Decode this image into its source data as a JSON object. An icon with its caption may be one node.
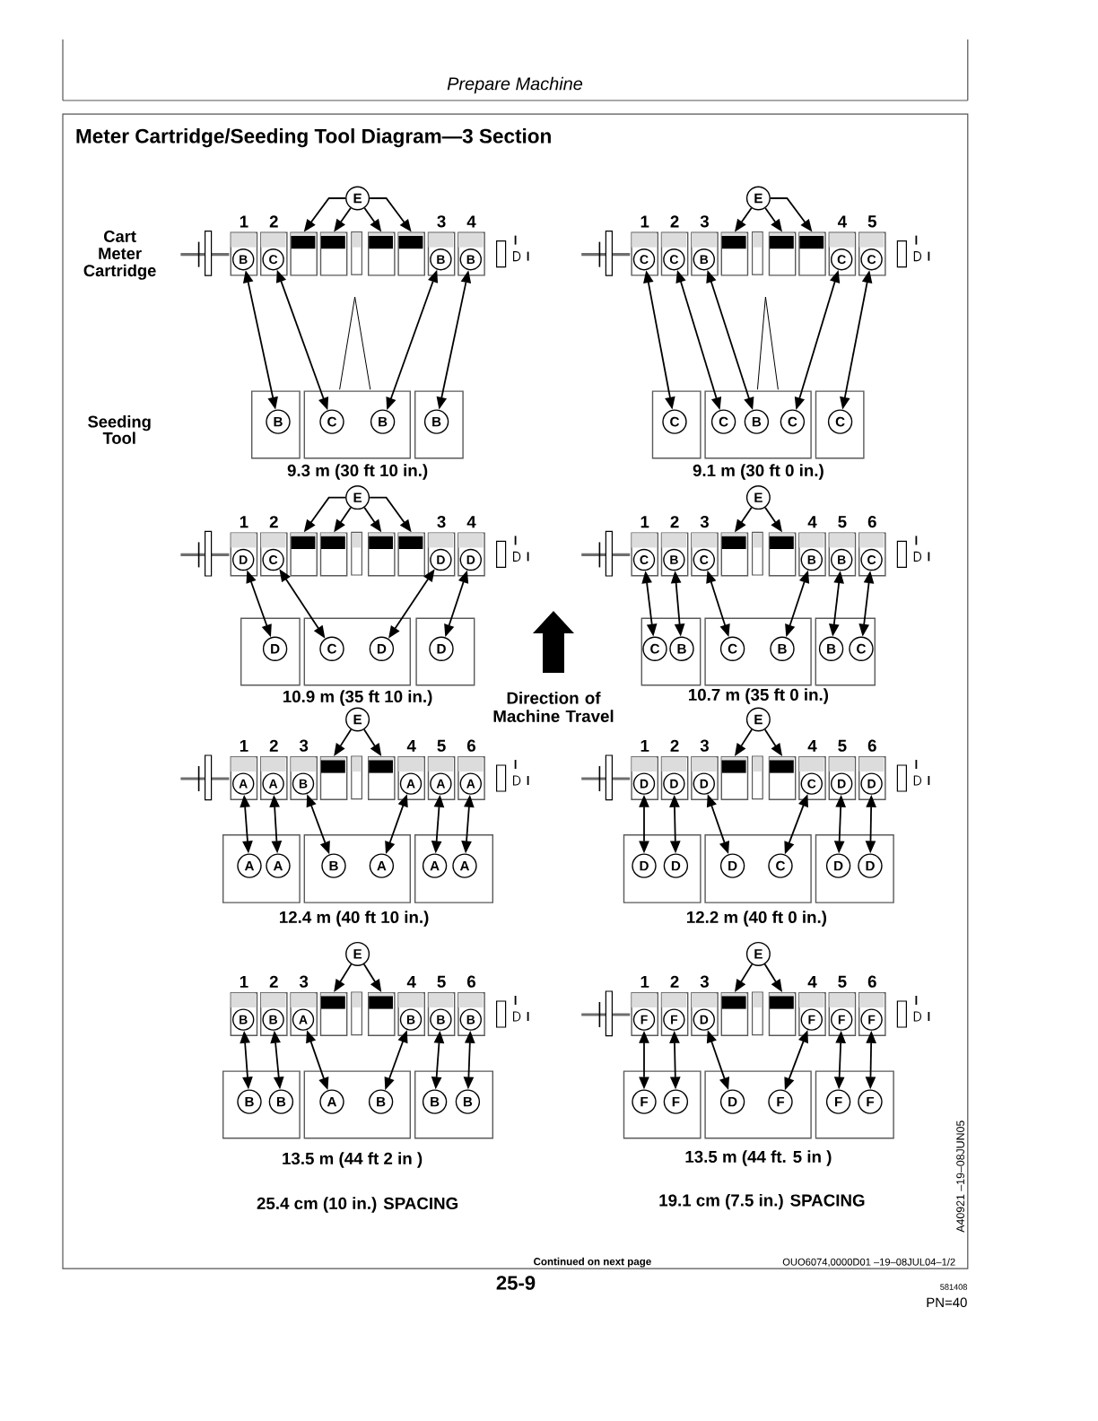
{
  "diagram": {
    "title": "Meter Cartridge/Seeding Tool Diagram—3 Section",
    "nodes": [
      {
        "text": [
          "E"
        ]
      },
      {
        "text": [
          "1"
        ]
      },
      {
        "text": [
          "B"
        ],
        "in": 1
      },
      {
        "text": [
          "2"
        ]
      },
      {
        "text": [
          "C"
        ],
        "in": 3
      },
      {
        "text": [],
        "shape": "box"
      },
      {
        "text": [],
        "shape": "box"
      },
      {
        "text": [],
        "shape": "box"
      },
      {
        "text": [],
        "shape": "box"
      },
      {
        "text": [
          "3"
        ]
      },
      {
        "text": [
          "B"
        ],
        "in": 9
      },
      {
        "text": [
          "4"
        ]
      },
      {
        "text": [
          "B"
        ],
        "in": 11
      },
      {
        "text": [],
        "shape": "box"
      },
      {
        "text": [
          "B"
        ],
        "in": 13
      },
      {
        "text": [],
        "shape": "box"
      },
      {
        "text": [
          "C"
        ],
        "in": 15
      },
      {
        "text": [
          "B"
        ],
        "in": 15
      },
      {
        "text": [],
        "shape": "box"
      },
      {
        "text": [
          "B"
        ],
        "in": 18
      },
      {
        "text": [
          "E"
        ]
      },
      {
        "text": [
          "1"
        ]
      },
      {
        "text": [
          "C"
        ],
        "in": 21
      },
      {
        "text": [
          "2"
        ]
      },
      {
        "text": [
          "C"
        ],
        "in": 23
      },
      {
        "text": [
          "3"
        ]
      },
      {
        "text": [
          "B"
        ],
        "in": 25
      },
      {
        "text": [],
        "shape": "box"
      },
      {
        "text": [],
        "shape": "box"
      },
      {
        "text": [],
        "shape": "box"
      },
      {
        "text": [
          "4"
        ]
      },
      {
        "text": [
          "C"
        ],
        "in": 30
      },
      {
        "text": [
          "5"
        ]
      },
      {
        "text": [
          "C"
        ],
        "in": 32
      },
      {
        "text": [],
        "shape": "box"
      },
      {
        "text": [
          "C"
        ],
        "in": 34
      },
      {
        "text": [],
        "shape": "box"
      },
      {
        "text": [
          "C"
        ],
        "in": 36
      },
      {
        "text": [
          "B"
        ],
        "in": 36
      },
      {
        "text": [
          "C"
        ],
        "in": 36
      },
      {
        "text": [],
        "shape": "box"
      },
      {
        "text": [
          "C"
        ],
        "in": 40
      },
      {
        "text": [
          "E"
        ]
      },
      {
        "text": [
          "1"
        ]
      },
      {
        "text": [
          "D"
        ],
        "in": 43
      },
      {
        "text": [
          "2"
        ]
      },
      {
        "text": [
          "C"
        ],
        "in": 45
      },
      {
        "text": [],
        "shape": "box"
      },
      {
        "text": [],
        "shape": "box"
      },
      {
        "text": [],
        "shape": "box"
      },
      {
        "text": [],
        "shape": "box"
      },
      {
        "text": [
          "3"
        ]
      },
      {
        "text": [
          "D"
        ],
        "in": 51
      },
      {
        "text": [
          "4"
        ]
      },
      {
        "text": [
          "D"
        ],
        "in": 53
      },
      {
        "text": [],
        "shape": "box"
      },
      {
        "text": [
          "D"
        ],
        "in": 55
      },
      {
        "text": [],
        "shape": "box"
      },
      {
        "text": [
          "C"
        ],
        "in": 57
      },
      {
        "text": [
          "D"
        ],
        "in": 57
      },
      {
        "text": [],
        "shape": "box"
      },
      {
        "text": [
          "D"
        ],
        "in": 60
      },
      {
        "text": [
          "E"
        ]
      },
      {
        "text": [
          "1"
        ]
      },
      {
        "text": [
          "C"
        ],
        "in": 63
      },
      {
        "text": [
          "2"
        ]
      },
      {
        "text": [
          "B"
        ],
        "in": 65
      },
      {
        "text": [
          "3"
        ]
      },
      {
        "text": [
          "C"
        ],
        "in": 67
      },
      {
        "text": [],
        "shape": "box"
      },
      {
        "text": [],
        "shape": "box"
      },
      {
        "text": [
          "4"
        ]
      },
      {
        "text": [
          "B"
        ],
        "in": 71
      },
      {
        "text": [
          "5"
        ]
      },
      {
        "text": [
          "B"
        ],
        "in": 73
      },
      {
        "text": [
          "6"
        ]
      },
      {
        "text": [
          "C"
        ],
        "in": 75
      },
      {
        "text": [],
        "shape": "box"
      },
      {
        "text": [
          "C"
        ],
        "in": 77
      },
      {
        "text": [
          "B"
        ],
        "in": 77
      },
      {
        "text": [],
        "shape": "box"
      },
      {
        "text": [
          "C"
        ],
        "in": 80
      },
      {
        "text": [
          "B"
        ],
        "in": 80
      },
      {
        "text": [],
        "shape": "box"
      },
      {
        "text": [
          "B"
        ],
        "in": 83
      },
      {
        "text": [
          "C"
        ],
        "in": 83
      },
      {
        "text": [
          "E"
        ]
      },
      {
        "text": [
          "1"
        ]
      },
      {
        "text": [
          "A"
        ],
        "in": 87
      },
      {
        "text": [
          "2"
        ]
      },
      {
        "text": [
          "A"
        ],
        "in": 89
      },
      {
        "text": [
          "3"
        ]
      },
      {
        "text": [
          "B"
        ],
        "in": 91
      },
      {
        "text": [],
        "shape": "box"
      },
      {
        "text": [],
        "shape": "box"
      },
      {
        "text": [
          "4"
        ]
      },
      {
        "text": [
          "A"
        ],
        "in": 95
      },
      {
        "text": [
          "5"
        ]
      },
      {
        "text": [
          "A"
        ],
        "in": 97
      },
      {
        "text": [
          "6"
        ]
      },
      {
        "text": [
          "A"
        ],
        "in": 99
      },
      {
        "text": [],
        "shape": "box"
      },
      {
        "text": [
          "A"
        ],
        "in": 101
      },
      {
        "text": [
          "A"
        ],
        "in": 101
      },
      {
        "text": [],
        "shape": "box"
      },
      {
        "text": [
          "B"
        ],
        "in": 104
      },
      {
        "text": [
          "A"
        ],
        "in": 104
      },
      {
        "text": [],
        "shape": "box"
      },
      {
        "text": [
          "A"
        ],
        "in": 107
      },
      {
        "text": [
          "A"
        ],
        "in": 107
      },
      {
        "text": [
          "E"
        ]
      },
      {
        "text": [
          "1"
        ]
      },
      {
        "text": [
          "D"
        ],
        "in": 111
      },
      {
        "text": [
          "2"
        ]
      },
      {
        "text": [
          "D"
        ],
        "in": 113
      },
      {
        "text": [
          "3"
        ]
      },
      {
        "text": [
          "D"
        ],
        "in": 115
      },
      {
        "text": [],
        "shape": "box"
      },
      {
        "text": [],
        "shape": "box"
      },
      {
        "text": [
          "4"
        ]
      },
      {
        "text": [
          "C"
        ],
        "in": 119
      },
      {
        "text": [
          "5"
        ]
      },
      {
        "text": [
          "D"
        ],
        "in": 121
      },
      {
        "text": [
          "6"
        ]
      },
      {
        "text": [
          "D"
        ],
        "in": 123
      },
      {
        "text": [],
        "shape": "box"
      },
      {
        "text": [
          "D"
        ],
        "in": 125
      },
      {
        "text": [
          "D"
        ],
        "in": 125
      },
      {
        "text": [],
        "shape": "box"
      },
      {
        "text": [
          "D"
        ],
        "in": 128
      },
      {
        "text": [
          "C"
        ],
        "in": 128
      },
      {
        "text": [],
        "shape": "box"
      },
      {
        "text": [
          "D"
        ],
        "in": 131
      },
      {
        "text": [
          "D"
        ],
        "in": 131
      },
      {
        "text": [
          "E"
        ]
      },
      {
        "text": [
          "1"
        ]
      },
      {
        "text": [
          "B"
        ],
        "in": 135
      },
      {
        "text": [
          "2"
        ]
      },
      {
        "text": [
          "B"
        ],
        "in": 137
      },
      {
        "text": [
          "3"
        ]
      },
      {
        "text": [
          "A"
        ],
        "in": 139
      },
      {
        "text": [],
        "shape": "box"
      },
      {
        "text": [],
        "shape": "box"
      },
      {
        "text": [
          "4"
        ]
      },
      {
        "text": [
          "B"
        ],
        "in": 143
      },
      {
        "text": [
          "5"
        ]
      },
      {
        "text": [
          "B"
        ],
        "in": 145
      },
      {
        "text": [
          "6"
        ]
      },
      {
        "text": [
          "B"
        ],
        "in": 147
      },
      {
        "text": [],
        "shape": "box"
      },
      {
        "text": [
          "B"
        ],
        "in": 149
      },
      {
        "text": [
          "B"
        ],
        "in": 149
      },
      {
        "text": [],
        "shape": "box"
      },
      {
        "text": [
          "A"
        ],
        "in": 152
      },
      {
        "text": [
          "B"
        ],
        "in": 152
      },
      {
        "text": [],
        "shape": "box"
      },
      {
        "text": [
          "B"
        ],
        "in": 155
      },
      {
        "text": [
          "B"
        ],
        "in": 155
      },
      {
        "text": [
          "E"
        ]
      },
      {
        "text": [
          "1"
        ]
      },
      {
        "text": [
          "F"
        ],
        "in": 159
      },
      {
        "text": [
          "2"
        ]
      },
      {
        "text": [
          "F"
        ],
        "in": 161
      },
      {
        "text": [
          "3"
        ]
      },
      {
        "text": [
          "D"
        ],
        "in": 163
      },
      {
        "text": [],
        "shape": "box"
      },
      {
        "text": [],
        "shape": "box"
      },
      {
        "text": [
          "4"
        ]
      },
      {
        "text": [
          "F"
        ],
        "in": 167
      },
      {
        "text": [
          "5"
        ]
      },
      {
        "text": [
          "F"
        ],
        "in": 169
      },
      {
        "text": [
          "6"
        ]
      },
      {
        "text": [
          "F"
        ],
        "in": 171
      },
      {
        "text": [],
        "shape": "box"
      },
      {
        "text": [
          "F"
        ],
        "in": 173
      },
      {
        "text": [
          "F"
        ],
        "in": 173
      },
      {
        "text": [],
        "shape": "box"
      },
      {
        "text": [
          "D"
        ],
        "in": 176
      },
      {
        "text": [
          "F"
        ],
        "in": 176
      },
      {
        "text": [],
        "shape": "box"
      },
      {
        "text": [
          "F"
        ],
        "in": 179
      },
      {
        "text": [
          "F"
        ],
        "in": 179
      }
    ],
    "edges": [
      {
        "from": 0,
        "to": 5,
        "arrow": "to"
      },
      {
        "from": 0,
        "to": 6,
        "arrow": "to"
      },
      {
        "from": 0,
        "to": 7,
        "arrow": "to"
      },
      {
        "from": 0,
        "to": 8,
        "arrow": "to"
      },
      {
        "from": 2,
        "to": 14,
        "arrow": "both"
      },
      {
        "from": 4,
        "to": 16,
        "arrow": "both"
      },
      {
        "from": 10,
        "to": 17,
        "arrow": "both"
      },
      {
        "from": 12,
        "to": 19,
        "arrow": "both"
      },
      {
        "from": 20,
        "to": 27,
        "arrow": "to"
      },
      {
        "from": 20,
        "to": 28,
        "arrow": "to"
      },
      {
        "from": 20,
        "to": 29,
        "arrow": "to"
      },
      {
        "from": 22,
        "to": 35,
        "arrow": "both"
      },
      {
        "from": 24,
        "to": 37,
        "arrow": "both"
      },
      {
        "from": 26,
        "to": 38,
        "arrow": "both"
      },
      {
        "from": 31,
        "to": 39,
        "arrow": "both"
      },
      {
        "from": 33,
        "to": 41,
        "arrow": "both"
      },
      {
        "from": 42,
        "to": 47,
        "arrow": "to"
      },
      {
        "from": 42,
        "to": 48,
        "arrow": "to"
      },
      {
        "from": 42,
        "to": 49,
        "arrow": "to"
      },
      {
        "from": 42,
        "to": 50,
        "arrow": "to"
      },
      {
        "from": 44,
        "to": 56,
        "arrow": "both"
      },
      {
        "from": 46,
        "to": 58,
        "arrow": "both"
      },
      {
        "from": 52,
        "to": 59,
        "arrow": "both"
      },
      {
        "from": 54,
        "to": 61,
        "arrow": "both"
      },
      {
        "from": 62,
        "to": 69,
        "arrow": "to"
      },
      {
        "from": 62,
        "to": 70,
        "arrow": "to"
      },
      {
        "from": 64,
        "to": 78,
        "arrow": "both"
      },
      {
        "from": 66,
        "to": 79,
        "arrow": "both"
      },
      {
        "from": 68,
        "to": 81,
        "arrow": "both"
      },
      {
        "from": 72,
        "to": 82,
        "arrow": "both"
      },
      {
        "from": 74,
        "to": 84,
        "arrow": "both"
      },
      {
        "from": 76,
        "to": 85,
        "arrow": "both"
      },
      {
        "from": 86,
        "to": 93,
        "arrow": "to"
      },
      {
        "from": 86,
        "to": 94,
        "arrow": "to"
      },
      {
        "from": 88,
        "to": 102,
        "arrow": "both"
      },
      {
        "from": 90,
        "to": 103,
        "arrow": "both"
      },
      {
        "from": 92,
        "to": 105,
        "arrow": "both"
      },
      {
        "from": 96,
        "to": 106,
        "arrow": "both"
      },
      {
        "from": 98,
        "to": 108,
        "arrow": "both"
      },
      {
        "from": 100,
        "to": 109,
        "arrow": "both"
      },
      {
        "from": 110,
        "to": 117,
        "arrow": "to"
      },
      {
        "from": 110,
        "to": 118,
        "arrow": "to"
      },
      {
        "from": 112,
        "to": 126,
        "arrow": "both"
      },
      {
        "from": 114,
        "to": 127,
        "arrow": "both"
      },
      {
        "from": 116,
        "to": 129,
        "arrow": "both"
      },
      {
        "from": 120,
        "to": 130,
        "arrow": "both"
      },
      {
        "from": 122,
        "to": 132,
        "arrow": "both"
      },
      {
        "from": 124,
        "to": 133,
        "arrow": "both"
      },
      {
        "from": 134,
        "to": 141,
        "arrow": "to"
      },
      {
        "from": 134,
        "to": 142,
        "arrow": "to"
      },
      {
        "from": 136,
        "to": 150,
        "arrow": "both"
      },
      {
        "from": 138,
        "to": 151,
        "arrow": "both"
      },
      {
        "from": 140,
        "to": 153,
        "arrow": "both"
      },
      {
        "from": 144,
        "to": 154,
        "arrow": "both"
      },
      {
        "from": 146,
        "to": 156,
        "arrow": "both"
      },
      {
        "from": 148,
        "to": 157,
        "arrow": "both"
      },
      {
        "from": 158,
        "to": 165,
        "arrow": "to"
      },
      {
        "from": 158,
        "to": 166,
        "arrow": "to"
      },
      {
        "from": 160,
        "to": 174,
        "arrow": "both"
      },
      {
        "from": 162,
        "to": 175,
        "arrow": "both"
      },
      {
        "from": 164,
        "to": 177,
        "arrow": "both"
      },
      {
        "from": 168,
        "to": 178,
        "arrow": "both"
      },
      {
        "from": 170,
        "to": 180,
        "arrow": "both"
      },
      {
        "from": 172,
        "to": 181,
        "arrow": "both"
      }
    ],
    "labels": [
      "Prepare Machine",
      "Cart Meter Cartridge",
      "Seeding Tool",
      "9.3 m (30 ft 10 in.)",
      "9.1 m (30 ft 0 in.)",
      "10.9 m (35 ft 10 in.)",
      "Direction of Machine Travel",
      "10.7 m (35 ft 0 in.)",
      "12.4 m (40 ft 10 in.)",
      "12.2 m (40 ft 0 in.)",
      "13.5 m (44 ft 2 in )",
      "13.5 m (44 ft. 5 in )",
      "A40921 –19–08JUN05",
      "25.4 cm (10 in.) SPACING",
      "19.1 cm (7.5 in.) SPACING",
      "Continued on next page",
      "OUO6074,0000D01 –19–08JUL04–1/2",
      "25-9",
      "581408",
      "PN=40"
    ]
  }
}
